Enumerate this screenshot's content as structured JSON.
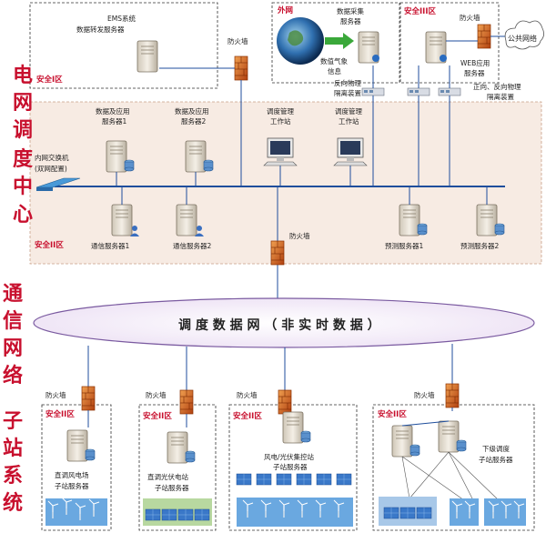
{
  "side_labels": {
    "dispatch_center": [
      "电",
      "网",
      "调",
      "度",
      "中",
      "心"
    ],
    "comm_network": [
      "通",
      "信",
      "网",
      "络"
    ],
    "substation_system": [
      "子",
      "站",
      "系",
      "统"
    ]
  },
  "top": {
    "ems": {
      "label_l1": "EMS系统",
      "label_l2": "数据转发服务器",
      "zone": "安全I区"
    },
    "firewall_top": "防火墙",
    "external": {
      "zone": "外网",
      "collect_l1": "数据采集",
      "collect_l2": "服务器",
      "weather_l1": "数值气象",
      "weather_l2": "信息"
    },
    "zone3": {
      "zone": "安全III区",
      "firewall": "防火墙",
      "web_l1": "WEB应用",
      "web_l2": "服务器"
    },
    "public_net": "公共网络",
    "reverse_iso": {
      "l1": "反向物理",
      "l2": "隔离装置"
    },
    "fwd_rev_iso": {
      "l1": "正向、反向物理",
      "l2": "隔离装置"
    }
  },
  "center": {
    "data_server1": {
      "l1": "数据及应用",
      "l2": "服务器1"
    },
    "data_server2": {
      "l1": "数据及应用",
      "l2": "服务器2"
    },
    "ws1": {
      "l1": "调度管理",
      "l2": "工作站"
    },
    "ws2": {
      "l1": "调度管理",
      "l2": "工作站"
    },
    "switch": {
      "l1": "内网交换机",
      "l2": "(双网配置)"
    },
    "comm1": "通信服务器1",
    "comm2": "通信服务器2",
    "fc1": "预测服务器1",
    "fc2": "预测服务器2",
    "zone": "安全II区",
    "firewall": "防火墙"
  },
  "network": {
    "label": "调 度 数 据 网 （ 非 实 时 数 据 ）"
  },
  "substations": [
    {
      "firewall": "防火墙",
      "zone": "安全II区",
      "l1": "直调风电场",
      "l2": "子站服务器"
    },
    {
      "firewall": "防火墙",
      "zone": "安全II区",
      "l1": "直调光伏电站",
      "l2": "子站服务器"
    },
    {
      "firewall": "防火墙",
      "zone": "安全II区",
      "l1": "风电/光伏集控站",
      "l2": "子站服务器"
    },
    {
      "firewall": "防火墙",
      "zone": "安全II区",
      "l1": "下级调度",
      "l2": "子站服务器"
    }
  ],
  "colors": {
    "accent_red": "#c8102e",
    "bus_blue": "#1f4e9c",
    "zone_fill": "#f7ebe3"
  }
}
